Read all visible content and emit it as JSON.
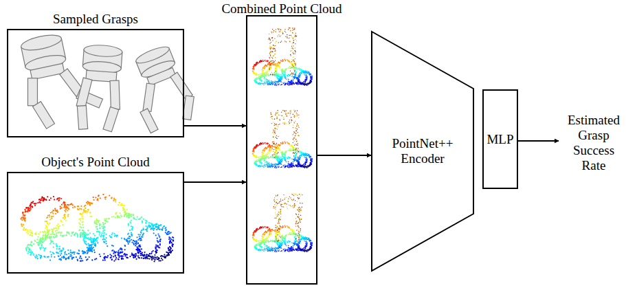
{
  "diagram": {
    "nodes": [
      {
        "text": [
          "Sampled Grasps"
        ]
      },
      {
        "text": [
          "Object's Point Cloud"
        ]
      },
      {
        "text": [
          "Combined Point Cloud"
        ]
      },
      {
        "text": [
          "PointNet++ Encoder"
        ]
      },
      {
        "text": [
          "MLP"
        ]
      },
      {
        "text": [
          "Estimated Grasp Success Rate"
        ]
      }
    ],
    "edges": [
      {
        "from": 0,
        "to": 2,
        "arrow": "to"
      },
      {
        "from": 1,
        "to": 2,
        "arrow": "to"
      },
      {
        "from": 2,
        "to": 3,
        "arrow": "to"
      },
      {
        "from": 4,
        "to": 5,
        "arrow": "to"
      }
    ]
  }
}
